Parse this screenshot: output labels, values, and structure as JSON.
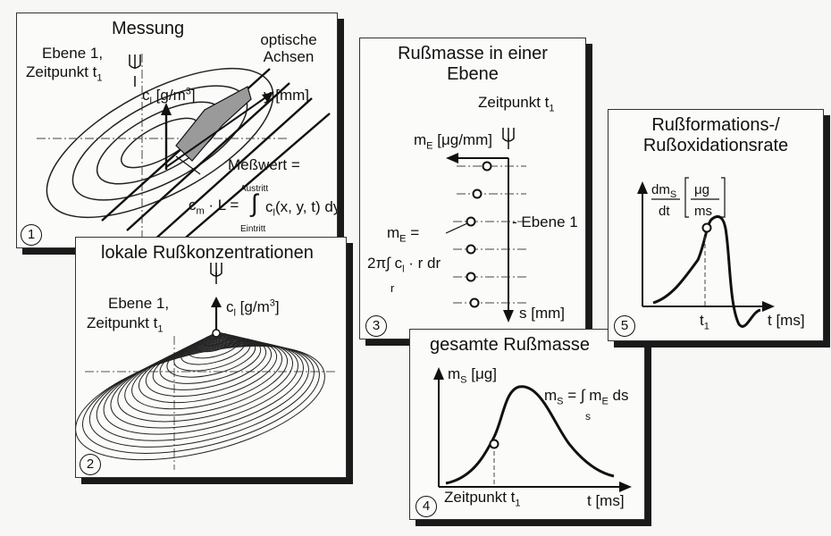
{
  "panel1": {
    "number": "1",
    "title": "Messung",
    "plane": "Ebene 1,",
    "time": "Zeitpunkt t",
    "time_sub": "1",
    "axes": "optische\nAchsen",
    "ci_label": "c",
    "ci_sub": "l",
    "ci_unit": " [g/m",
    "ci_sup": "3",
    "ci_close": "]",
    "y_label": "y [mm]",
    "measure": "Meßwert =",
    "formula_left": "c",
    "formula_left_sub": "m",
    "formula_mid": " · L =",
    "upper": "Austritt",
    "lower": "Eintritt",
    "integrand": "c",
    "integrand_sub": "l",
    "integrand_rest": "(x, y, t) dy"
  },
  "panel2": {
    "number": "2",
    "title": "lokale Rußkonzentrationen",
    "plane": "Ebene 1,",
    "time": "Zeitpunkt t",
    "time_sub": "1",
    "ci_label": "c",
    "ci_sub": "l",
    "ci_unit": " [g/m",
    "ci_sup": "3",
    "ci_close": "]"
  },
  "panel3": {
    "number": "3",
    "title": "Rußmasse in einer\nEbene",
    "time": "Zeitpunkt t",
    "time_sub": "1",
    "me_label": "m",
    "me_sub": "E",
    "me_unit": " [μg/mm]",
    "plane": "Ebene 1",
    "eq_left": "m",
    "eq_left_sub": "E",
    "eq_sign": " =",
    "eq_right": "2π∫ c",
    "eq_right_sub": "l",
    "eq_right_rest": " · r dr",
    "eq_lower": "r",
    "s_label": "s [mm]"
  },
  "panel4": {
    "number": "4",
    "title": "gesamte Rußmasse",
    "ms_label": "m",
    "ms_sub": "S",
    "ms_unit": " [μg]",
    "eq_left": "m",
    "eq_left_sub": "S",
    "eq_mid": " = ∫ m",
    "eq_mid_sub": "E",
    "eq_rest": " ds",
    "eq_lower": "s",
    "time": "Zeitpunkt t",
    "time_sub": "1",
    "t_label": "t [ms]"
  },
  "panel5": {
    "number": "5",
    "title": "Rußformations-/\nRußoxidationsrate",
    "dm_num": "dm",
    "dm_num_sub": "S",
    "dm_den": "dt",
    "unit_num": "μg",
    "unit_den": "ms",
    "t1": "t",
    "t1_sub": "1",
    "t_label": "t [ms]"
  }
}
